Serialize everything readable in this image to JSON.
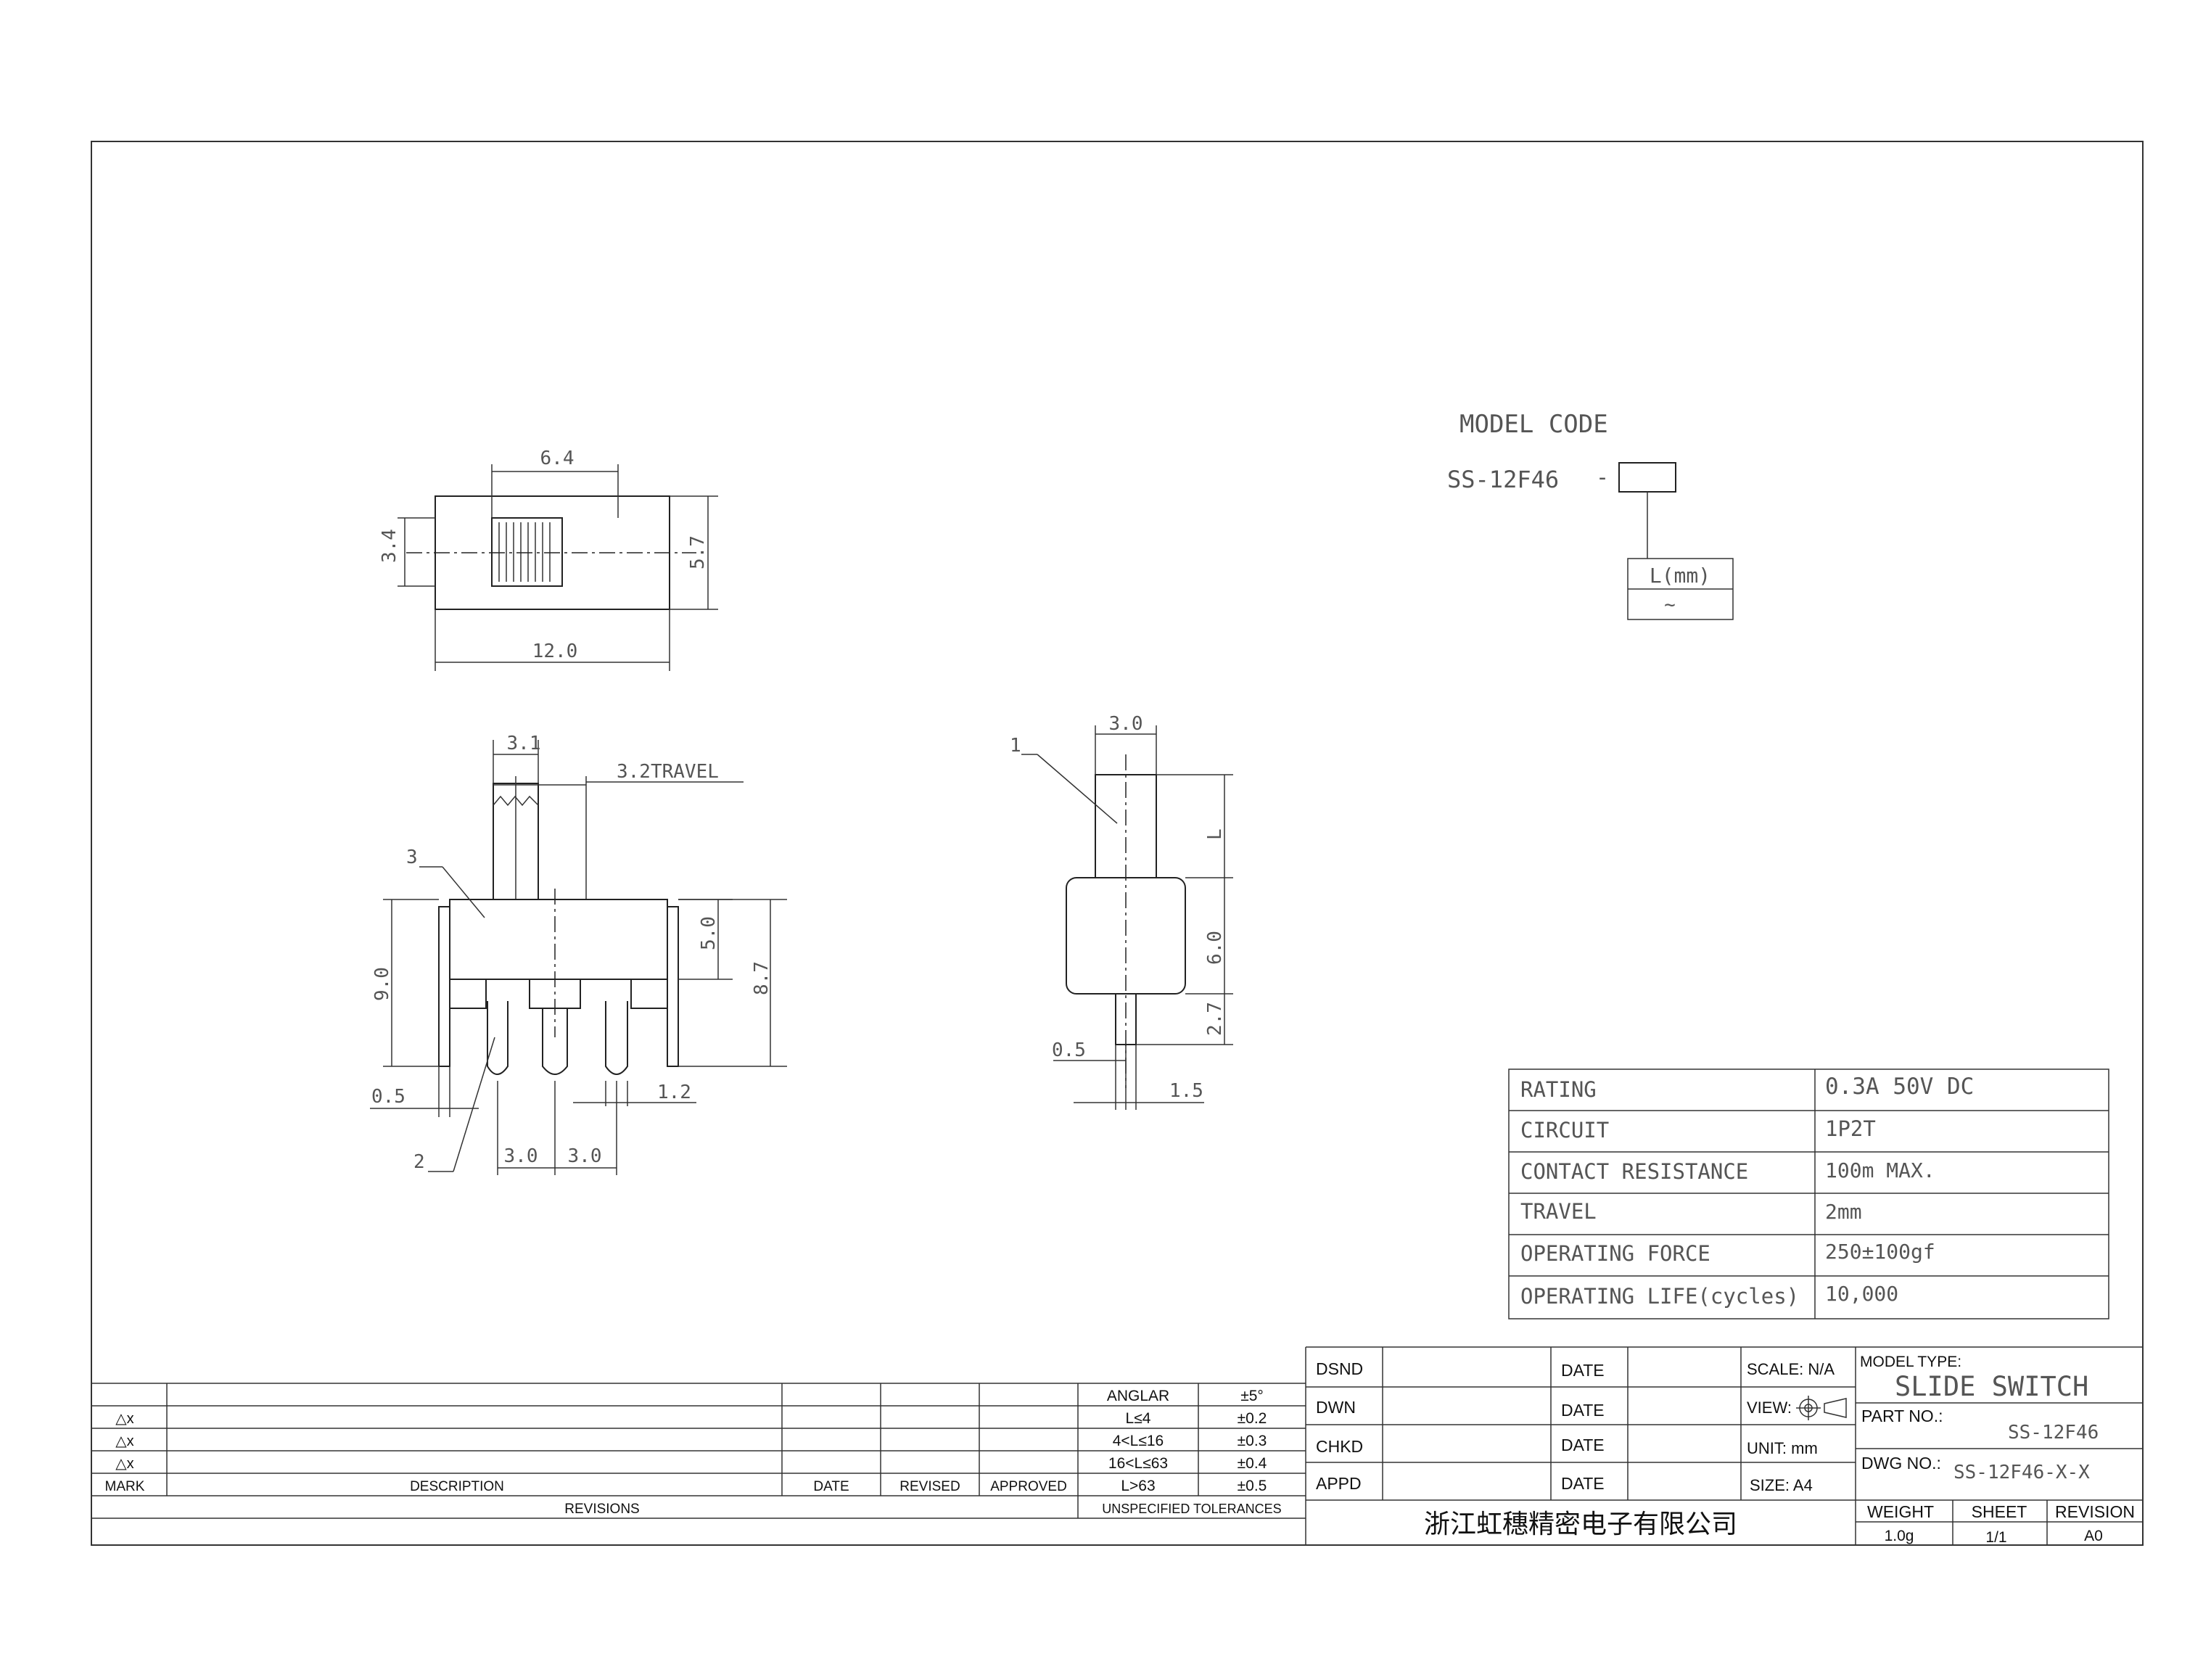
{
  "model_code": {
    "title": "MODEL CODE",
    "code": "SS-12F46",
    "dash": "-",
    "length_label": "L(mm)",
    "length_value": "~"
  },
  "dimensions": {
    "top_view": {
      "width_slider": "6.4",
      "total_length": "12.0",
      "slider_height": "3.4",
      "body_height": "5.7"
    },
    "front_view": {
      "actuator": "3.1",
      "travel": "3.2TRAVEL",
      "callout_3": "3",
      "callout_2": "2",
      "height_total": "9.0",
      "height_body": "5.0",
      "height_overall": "8.7",
      "tab_width": "0.5",
      "pin_width": "1.2",
      "pitch_1": "3.0",
      "pitch_2": "3.0"
    },
    "side_view": {
      "actuator": "3.0",
      "callout_1": "1",
      "length": "L",
      "body": "6.0",
      "pin_length": "2.7",
      "pin_thickness": "0.5",
      "pin_spacing": "1.5"
    }
  },
  "spec_table": [
    {
      "label": "RATING",
      "value": "0.3A 50V DC"
    },
    {
      "label": "CIRCUIT",
      "value": "1P2T"
    },
    {
      "label": "CONTACT RESISTANCE",
      "value": "100m   MAX."
    },
    {
      "label": "TRAVEL",
      "value": "2mm"
    },
    {
      "label": "OPERATING FORCE",
      "value": "250±100gf"
    },
    {
      "label": "OPERATING LIFE(cycles)",
      "value": "10,000"
    }
  ],
  "revisions": {
    "rows": [
      "△x",
      "△x",
      "△x"
    ],
    "headers": {
      "mark": "MARK",
      "description": "DESCRIPTION",
      "date": "DATE",
      "revised": "REVISED",
      "approved": "APPROVED"
    },
    "footer": "REVISIONS"
  },
  "tolerances": {
    "header": {
      "label": "ANGLAR",
      "value": "±5°"
    },
    "rows": [
      {
        "range": "L≤4",
        "value": "±0.2"
      },
      {
        "range": "4<L≤16",
        "value": "±0.3"
      },
      {
        "range": "16<L≤63",
        "value": "±0.4"
      },
      {
        "range": "L>63",
        "value": "±0.5"
      }
    ],
    "footer": "UNSPECIFIED TOLERANCES"
  },
  "approvals": [
    {
      "role": "DSND",
      "date_label": "DATE",
      "right": "SCALE: N/A"
    },
    {
      "role": "DWN",
      "date_label": "DATE",
      "right": "VIEW:"
    },
    {
      "role": "CHKD",
      "date_label": "DATE",
      "right": "UNIT: mm"
    },
    {
      "role": "APPD",
      "date_label": "DATE",
      "right": "SIZE: A4"
    }
  ],
  "company": "浙江虹穗精密电子有限公司",
  "title_block": {
    "model_type_label": "MODEL TYPE:",
    "model_type": "SLIDE SWITCH",
    "part_no_label": "PART NO.:",
    "part_no": "SS-12F46",
    "dwg_no_label": "DWG NO.:",
    "dwg_no": "SS-12F46-X-X",
    "weight_label": "WEIGHT",
    "weight": "1.0g",
    "sheet_label": "SHEET",
    "sheet": "1/1",
    "revision_label": "REVISION",
    "revision": "A0"
  }
}
